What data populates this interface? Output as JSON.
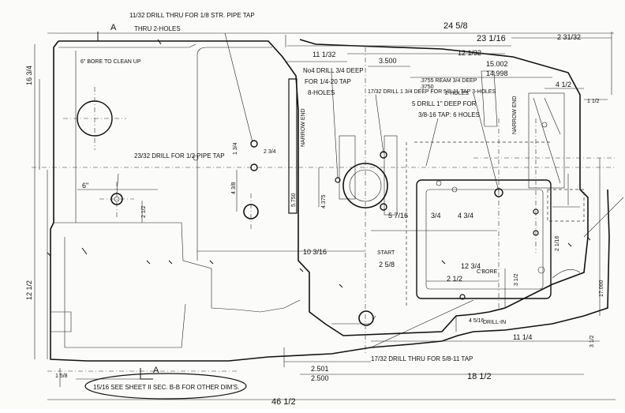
{
  "notes": {
    "drill_pipe_tap_top": "11/32 DRILL THRU FOR 1/8 STR. PIPE TAP",
    "thru_2_holes": "THRU 2-HOLES",
    "bore_clean_up": "6\" BORE TO CLEAN UP",
    "no4_drill": "No4 DRILL 3/4 DEEP",
    "for_tap_1_4_20": "FOR 1/4-20 TAP",
    "eight_holes": "8-HOLES",
    "drill_deep_11_16": "17/32 DRILL 1 3/4 DEEP FOR 5/8-11 TAP 3-HOLES",
    "ream_deep": ".3755 REAM 3/4 DEEP",
    "ream_dim_low": ".3750",
    "two_holes": "2-HOLES",
    "drill_5_16": "5 DRILL 1\" DEEP FOR",
    "tap_6_holes": "3/8-16 TAP: 6 HOLES",
    "drill_pipe_tap_left": "23/32 DRILL FOR 1/2 PIPE TAP",
    "narrow_end_left": "NARROW END",
    "narrow_end_right": "NARROW END",
    "drill_thru_bottom": "17/32 DRILL THRU FOR 5/8-11 TAP",
    "see_sheet": "15/16 SEE SHEET II SEC. B-B FOR OTHER DIM'S.",
    "start": "START",
    "c_bore": "C'BORE",
    "drill_in": "DRILL-IN",
    "section_a_top": "A",
    "section_a_bottom": "A"
  },
  "dimensions": {
    "overall_width": "24 5/8",
    "d_23_1_16": "23 1/16",
    "d_2_31_32": "2 31/32",
    "d_11_1_32": "11 1/32",
    "d_12_1_32": "12 1/32",
    "d_3_500": "3.500",
    "d_15_002": "15.002",
    "d_14_998": "14.998",
    "d_4_1_2": "4 1/2",
    "d_1_1_2": "1 1/2",
    "d_16_3_4": "16 3/4",
    "d_12_1_2": "12 1/2",
    "d_6": "6\"",
    "d_2_1_2": "2 1/2",
    "d_4_3_8": "4 3/8",
    "d_5_750": "5.750",
    "d_4_375": "4.375",
    "d_10_3_16": "10 3/16",
    "d_5_7_16": "5 7/16",
    "d_3_4": "3/4",
    "d_4_3_4": "4 3/4",
    "d_12_3_4": "12 3/4",
    "d_2_1_2_b": "2 1/2",
    "d_2_5_8": "2 5/8",
    "d_3_1_2": "3 1/2",
    "d_17_000": "17.000",
    "d_11_1_4": "11 1/4",
    "d_3_1_2_b": "3 1/2",
    "d_4_5_16": "4 5/16",
    "d_2_501": "2.501",
    "d_2_500": "2.500",
    "d_18_1_2": "18 1/2",
    "d_46_1_2": "46 1/2",
    "d_1_5_8": "1 5/8",
    "d_1_3_4": "1 3/4",
    "d_2_3_4": "2 3/4",
    "d_2_1_16": "2 1/16"
  }
}
